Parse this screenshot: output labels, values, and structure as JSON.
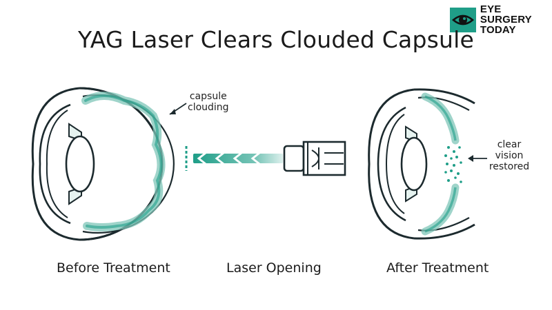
{
  "brand": {
    "line1": "EYE SURGERY",
    "line2": "TODAY",
    "icon": "eye-icon",
    "color": "#1f9e88"
  },
  "title": "YAG Laser Clears Clouded Capsule",
  "panels": {
    "before": "Before Treatment",
    "laser": "Laser Opening",
    "after": "After Treatment"
  },
  "callouts": {
    "clouding_line1": "capsule",
    "clouding_line2": "clouding",
    "clear_line1": "clear",
    "clear_line2": "vision",
    "clear_line3": "restored"
  },
  "colors": {
    "outline": "#1c2a2e",
    "teal": "#1f9e88",
    "teal_light": "#7fc6b8"
  }
}
